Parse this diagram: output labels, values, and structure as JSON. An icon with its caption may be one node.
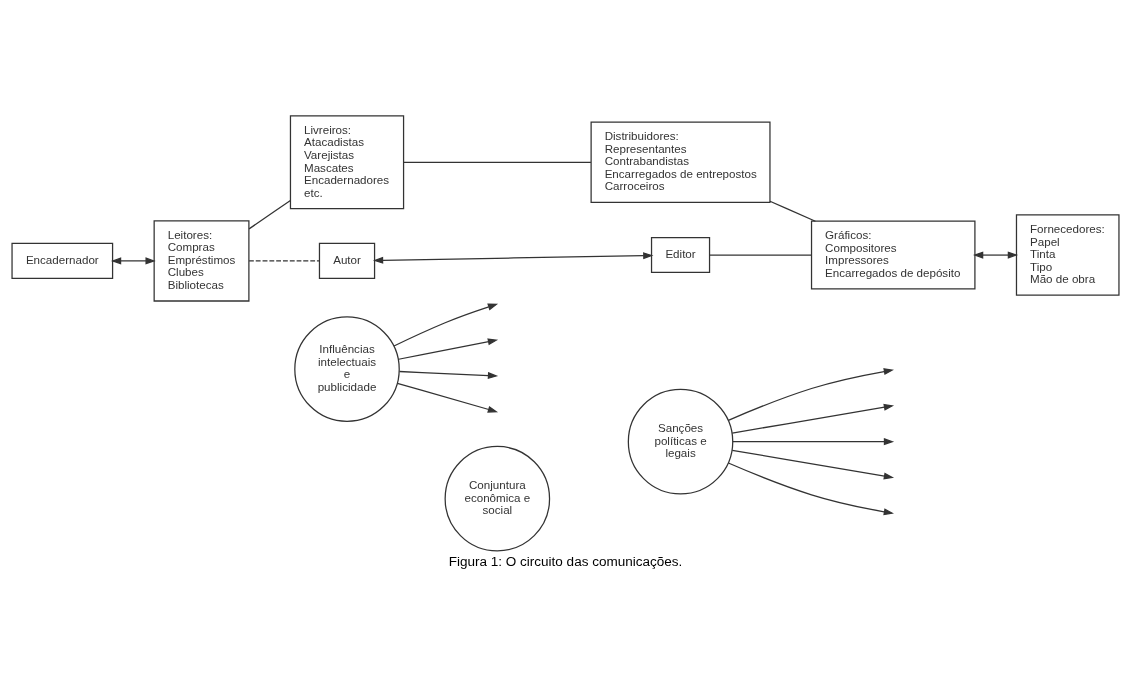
{
  "diagram": {
    "caption": "Figura 1: O circuito das comunicações.",
    "nodes": [
      {
        "text": [
          "Autor"
        ]
      },
      {
        "text": [
          "Editor"
        ]
      },
      {
        "text": [
          "Encadernador"
        ]
      },
      {
        "text": [
          "Leitores:",
          "Compras",
          "Empréstimos",
          "Clubes",
          "Bibliotecas"
        ]
      },
      {
        "text": [
          "Influências intelectuais e publicidade"
        ]
      },
      {
        "text": [
          "Conjuntura econômica e social"
        ]
      },
      {
        "text": [
          "Sanções políticas e legais"
        ]
      },
      {
        "text": [
          "Gráficos:",
          "Compositores",
          "Impressores",
          "Encarregados de depósito"
        ]
      },
      {
        "text": [
          "Fornecedores:",
          "Papel",
          "Tinta",
          "Tipo",
          "Mão de obra"
        ]
      },
      {
        "text": [
          "Livreiros:",
          "Atacadistas",
          "Varejistas",
          "Mascates",
          "Encadernadores",
          "etc."
        ]
      },
      {
        "text": [
          "Distribuidores:",
          "Representantes",
          "Contrabandistas",
          "Encarregados de entrepostos",
          "Carroceiros"
        ]
      }
    ],
    "edges": [
      {
        "from": 0,
        "to": 1,
        "arrow": "both"
      },
      {
        "from": 1,
        "to": 7,
        "arrow": "none"
      },
      {
        "from": 7,
        "to": 8,
        "arrow": "both"
      },
      {
        "from": 10,
        "to": 7,
        "arrow": "none"
      },
      {
        "from": 9,
        "to": 10,
        "arrow": "none"
      },
      {
        "from": 3,
        "to": 9,
        "arrow": "none"
      },
      {
        "from": 3,
        "to": 0,
        "arrow": "none",
        "style": "dashed"
      },
      {
        "from": 2,
        "to": 3,
        "arrow": "both"
      },
      {
        "from": 4,
        "to": null,
        "arrow": "to"
      },
      {
        "from": 4,
        "to": null,
        "arrow": "to"
      },
      {
        "from": 4,
        "to": null,
        "arrow": "to"
      },
      {
        "from": 4,
        "to": null,
        "arrow": "to"
      },
      {
        "from": 6,
        "to": null,
        "arrow": "to"
      },
      {
        "from": 6,
        "to": null,
        "arrow": "to"
      },
      {
        "from": 6,
        "to": null,
        "arrow": "to"
      },
      {
        "from": 6,
        "to": null,
        "arrow": "to"
      },
      {
        "from": 6,
        "to": null,
        "arrow": "to"
      }
    ]
  }
}
